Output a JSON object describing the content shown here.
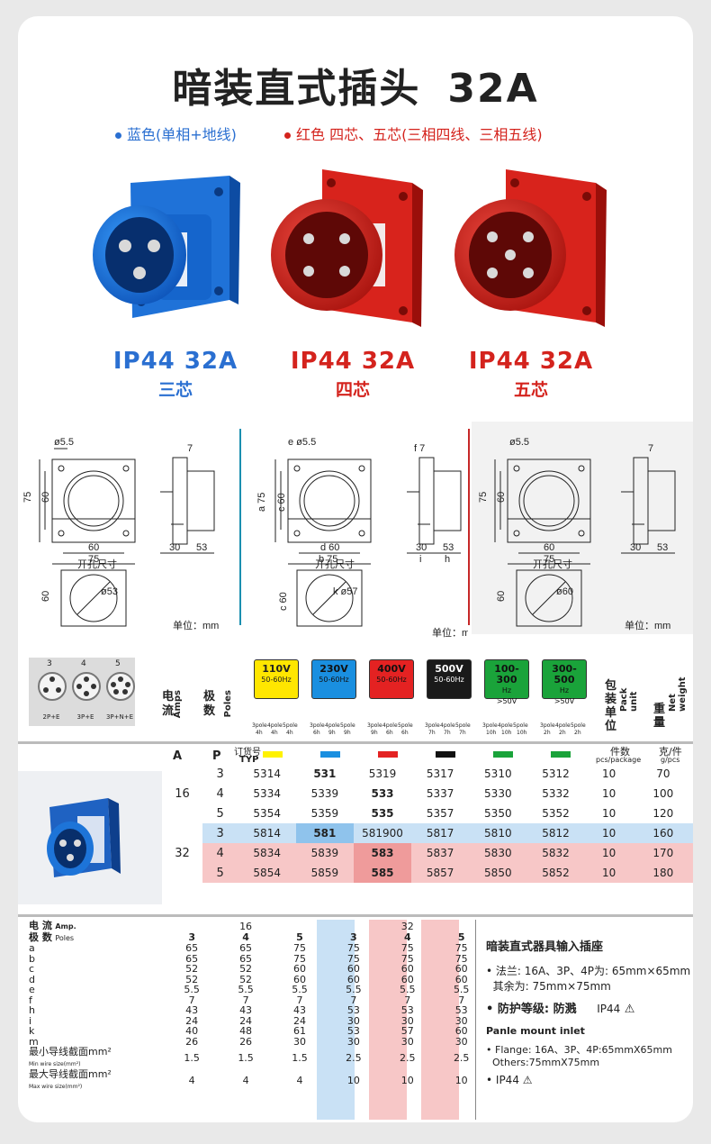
{
  "title": {
    "main": "暗装直式插头",
    "amp": "32A"
  },
  "legend": {
    "blue": "蓝色(单相+地线)",
    "red": "红色 四芯、五芯(三相四线、三相五线)"
  },
  "colors": {
    "blue": "#2a6fd1",
    "red": "#d4231d"
  },
  "products": [
    {
      "ip": "IP44 32A",
      "cores": "三芯"
    },
    {
      "ip": "IP44 32A",
      "cores": "四芯"
    },
    {
      "ip": "IP44 32A",
      "cores": "五芯"
    }
  ],
  "drawings": {
    "d1": [
      "ø5.5",
      "7",
      "75",
      "60",
      "60",
      "75",
      "30",
      "53",
      "开孔尺寸",
      "ø53",
      "60",
      "单位：mm"
    ],
    "d2": [
      "e ø5.5",
      "f 7",
      "a 75",
      "c 60",
      "d 60",
      "b 75",
      "30",
      "53",
      "h",
      "i",
      "开孔尺寸",
      "k ø57",
      "c 60",
      "单位：mm"
    ],
    "d3": [
      "ø5.5",
      "7",
      "75",
      "60",
      "60",
      "75",
      "30",
      "53",
      "开孔尺寸",
      "ø60",
      "60",
      "单位：mm"
    ]
  },
  "pins": {
    "labels": [
      "3",
      "4",
      "5"
    ],
    "types": [
      "2P+E",
      "3P+E",
      "3P+N+E"
    ]
  },
  "voltages": [
    {
      "v": "110V",
      "hz": "50-60Hz",
      "bg": "#ffe600",
      "fg": "#222",
      "poles": [
        "3pole",
        "4pole",
        "5pole"
      ],
      "h": [
        "4h",
        "4h",
        "4h"
      ],
      "swatch": "#fff200"
    },
    {
      "v": "230V",
      "hz": "50-60Hz",
      "bg": "#1a8fe0",
      "fg": "#111",
      "poles": [
        "3pole",
        "4pole",
        "5pole"
      ],
      "h": [
        "6h",
        "9h",
        "9h"
      ],
      "swatch": "#1a8fe0"
    },
    {
      "v": "400V",
      "hz": "50-60Hz",
      "bg": "#e42222",
      "fg": "#111",
      "poles": [
        "3pole",
        "4pole",
        "5pole"
      ],
      "h": [
        "9h",
        "6h",
        "6h"
      ],
      "swatch": "#e42222"
    },
    {
      "v": "500V",
      "hz": "50-60Hz",
      "bg": "#1a1a1a",
      "fg": "#fff",
      "poles": [
        "3pole",
        "4pole",
        "5pole"
      ],
      "h": [
        "7h",
        "7h",
        "7h"
      ],
      "swatch": "#111111"
    },
    {
      "v": "100-300",
      "hz": "Hz",
      "sub": ">50V",
      "bg": "#1aa33a",
      "fg": "#111",
      "poles": [
        "3pole",
        "4pole",
        "5pole"
      ],
      "h": [
        "10h",
        "10h",
        "10h"
      ],
      "swatch": "#1aa33a"
    },
    {
      "v": "300-500",
      "hz": "Hz",
      "sub": ">50V",
      "bg": "#1aa33a",
      "fg": "#111",
      "poles": [
        "3pole",
        "4pole",
        "5pole"
      ],
      "h": [
        "2h",
        "2h",
        "2h"
      ],
      "swatch": "#1aa33a"
    }
  ],
  "headers": {
    "amps": "电流",
    "amps_en": "Amps",
    "poles": "极数",
    "poles_en": "Poles",
    "pack": "包装单位",
    "pack_en": "Pack unit",
    "weight": "重量",
    "weight_en": "Net weight",
    "A": "A",
    "P": "P",
    "typ": "订货号",
    "typ_en": "TYP",
    "pcs": "件数",
    "pcs_en": "pcs/package",
    "wt": "克/件",
    "wt_en": "g/pcs"
  },
  "spec": [
    {
      "amp": "16",
      "pole": "3",
      "codes": [
        "5314",
        "531",
        "5319",
        "5317",
        "5310",
        "5312"
      ],
      "pack": "10",
      "weight": "70",
      "hl": ""
    },
    {
      "amp": "",
      "pole": "4",
      "codes": [
        "5334",
        "5339",
        "533",
        "5337",
        "5330",
        "5332"
      ],
      "pack": "10",
      "weight": "100",
      "hl": ""
    },
    {
      "amp": "",
      "pole": "5",
      "codes": [
        "5354",
        "5359",
        "535",
        "5357",
        "5350",
        "5352"
      ],
      "pack": "10",
      "weight": "120",
      "hl": ""
    },
    {
      "amp": "32",
      "pole": "3",
      "codes": [
        "5814",
        "581",
        "581900",
        "5817",
        "5810",
        "5812"
      ],
      "pack": "10",
      "weight": "160",
      "hl": "blue"
    },
    {
      "amp": "",
      "pole": "4",
      "codes": [
        "5834",
        "5839",
        "583",
        "5837",
        "5830",
        "5832"
      ],
      "pack": "10",
      "weight": "170",
      "hl": "red"
    },
    {
      "amp": "",
      "pole": "5",
      "codes": [
        "5854",
        "5859",
        "585",
        "5857",
        "5850",
        "5852"
      ],
      "pack": "10",
      "weight": "180",
      "hl": "red"
    }
  ],
  "dims": {
    "amp_label": "电 流",
    "amp_en": "Amp.",
    "pole_label": "极 数",
    "pole_en": "Poles",
    "amp16": "16",
    "amp32": "32",
    "poles": [
      "3",
      "4",
      "5",
      "3",
      "4",
      "5"
    ],
    "rows": [
      {
        "k": "a",
        "v": [
          "65",
          "65",
          "75",
          "75",
          "75",
          "75"
        ]
      },
      {
        "k": "b",
        "v": [
          "65",
          "65",
          "75",
          "75",
          "75",
          "75"
        ]
      },
      {
        "k": "c",
        "v": [
          "52",
          "52",
          "60",
          "60",
          "60",
          "60"
        ]
      },
      {
        "k": "d",
        "v": [
          "52",
          "52",
          "60",
          "60",
          "60",
          "60"
        ]
      },
      {
        "k": "e",
        "v": [
          "5.5",
          "5.5",
          "5.5",
          "5.5",
          "5.5",
          "5.5"
        ]
      },
      {
        "k": "f",
        "v": [
          "7",
          "7",
          "7",
          "7",
          "7",
          "7"
        ]
      },
      {
        "k": "h",
        "v": [
          "43",
          "43",
          "43",
          "53",
          "53",
          "53"
        ]
      },
      {
        "k": "i",
        "v": [
          "24",
          "24",
          "24",
          "30",
          "30",
          "30"
        ]
      },
      {
        "k": "k",
        "v": [
          "40",
          "48",
          "61",
          "53",
          "57",
          "60"
        ]
      },
      {
        "k": "m",
        "v": [
          "26",
          "26",
          "30",
          "30",
          "30",
          "30"
        ]
      }
    ],
    "min_cn": "最小导线截面mm²",
    "min_en": "Min wire size(mm²)",
    "min": [
      "1.5",
      "1.5",
      "1.5",
      "2.5",
      "2.5",
      "2.5"
    ],
    "max_cn": "最大导线截面mm²",
    "max_en": "Max wire size(mm²)",
    "max": [
      "4",
      "4",
      "4",
      "10",
      "10",
      "10"
    ]
  },
  "notes": {
    "title": "暗装直式器具输入插座",
    "flange_cn": "法兰: 16A、3P、4P为: 65mm×65mm",
    "others_cn": "其余为: 75mm×75mm",
    "ip_cn": "防护等级: 防溅",
    "ip_val": "IP44",
    "title_en": "Panle mount inlet",
    "flange_en": "Flange: 16A、3P、4P:65mmX65mm",
    "others_en": "Others:75mmX75mm",
    "ip_en": "IP44"
  }
}
